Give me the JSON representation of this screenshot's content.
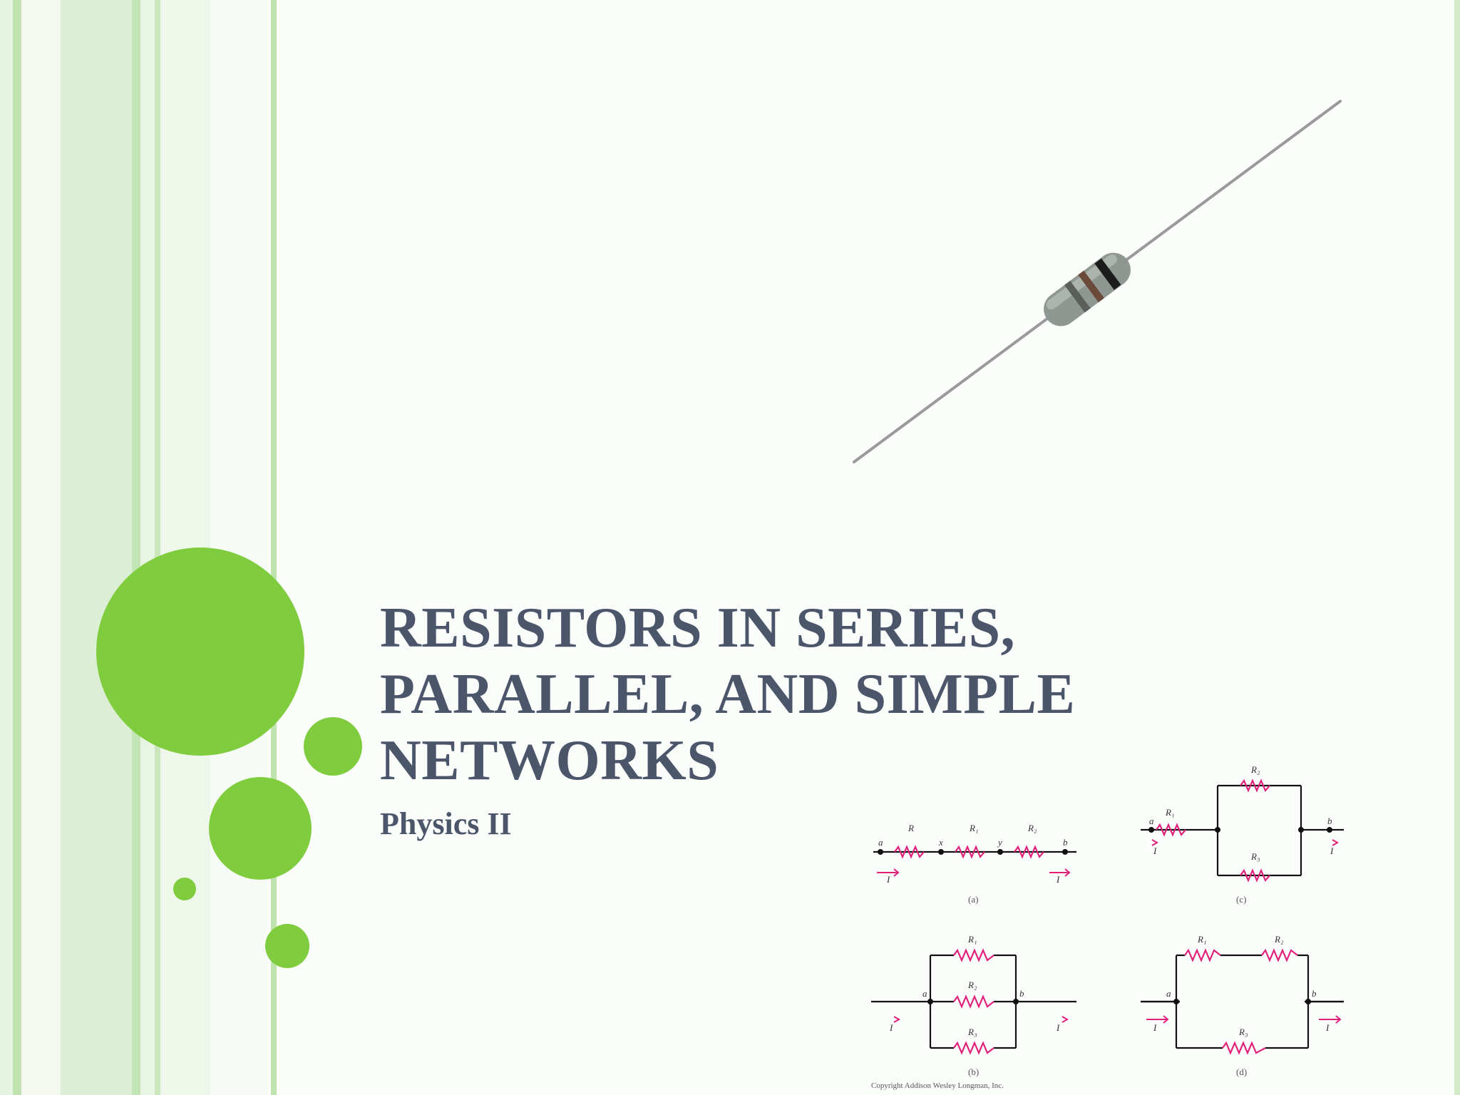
{
  "slide": {
    "title": "RESISTORS IN SERIES, PARALLEL, AND SIMPLE NETWORKS",
    "subtitle": "Physics II"
  },
  "colors": {
    "title": "#4b566b",
    "accent_green": "#7fcd3f",
    "stripe_green": "#cfe8c3",
    "resistor_symbol": "#e0207a"
  },
  "diagrams": {
    "a": {
      "caption": "(a)",
      "labels": [
        "a",
        "R",
        "x",
        "R₁",
        "y",
        "R₂",
        "b"
      ],
      "current": "I"
    },
    "b": {
      "caption": "(b)",
      "labels": [
        "R₁",
        "R₂",
        "R₃",
        "a",
        "b"
      ],
      "current": "I"
    },
    "c": {
      "caption": "(c)",
      "labels": [
        "R₁",
        "R₂",
        "R₃",
        "a",
        "b"
      ],
      "current": "I"
    },
    "d": {
      "caption": "(d)",
      "labels": [
        "R₁",
        "R₂",
        "R₃",
        "a",
        "b"
      ],
      "current": "I"
    },
    "copyright": "Copyright Addison Wesley Longman, Inc."
  }
}
